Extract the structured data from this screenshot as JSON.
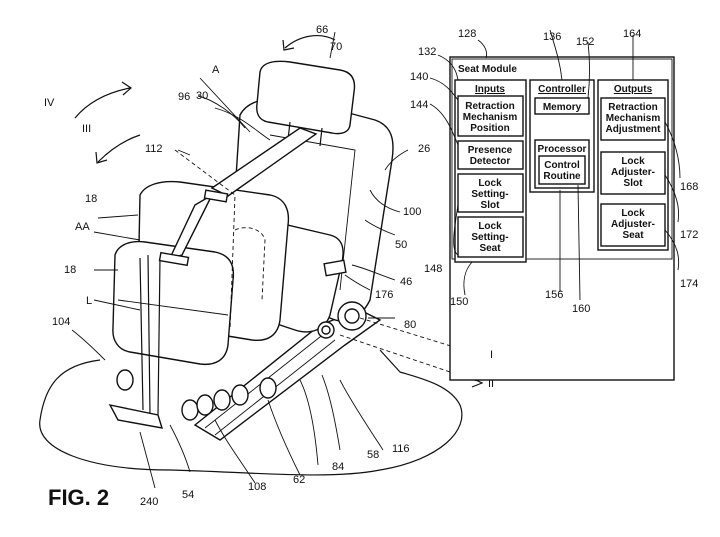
{
  "figure_label": "FIG. 2",
  "seat_module": {
    "title": "Seat Module",
    "inputs": {
      "header": "Inputs",
      "items": [
        [
          "Retraction",
          "Mechanism",
          "Position"
        ],
        [
          "Presence",
          "Detector"
        ],
        [
          "Lock",
          "Setting-",
          "Slot"
        ],
        [
          "Lock",
          "Setting-",
          "Seat"
        ]
      ]
    },
    "controller": {
      "header": "Controller",
      "memory": "Memory",
      "processor": "Processor",
      "routine": [
        "Control",
        "Routine"
      ]
    },
    "outputs": {
      "header": "Outputs",
      "items": [
        [
          "Retraction",
          "Mechanism",
          "Adjustment"
        ],
        [
          "Lock",
          "Adjuster-",
          "Slot"
        ],
        [
          "Lock",
          "Adjuster-",
          "Seat"
        ]
      ]
    }
  },
  "reference_numerals": {
    "n128": "128",
    "n132": "132",
    "n136": "136",
    "n152": "152",
    "n164": "164",
    "n140": "140",
    "n144": "144",
    "n148": "148",
    "n150": "150",
    "n156": "156",
    "n160": "160",
    "n168": "168",
    "n172": "172",
    "n174": "174",
    "n66": "66",
    "n70": "70",
    "nA": "A",
    "n96": "96",
    "n30": "30",
    "n26": "26",
    "n112": "112",
    "n18a": "18",
    "n18b": "18",
    "nAA": "AA",
    "nL": "L",
    "n104": "104",
    "n100": "100",
    "n50": "50",
    "n46": "46",
    "n176": "176",
    "n80": "80",
    "nI": "I",
    "nII": "II",
    "n116": "116",
    "n58": "58",
    "n84": "84",
    "n62": "62",
    "n108": "108",
    "n54": "54",
    "n240": "240",
    "nIV": "IV",
    "nIII": "III"
  }
}
